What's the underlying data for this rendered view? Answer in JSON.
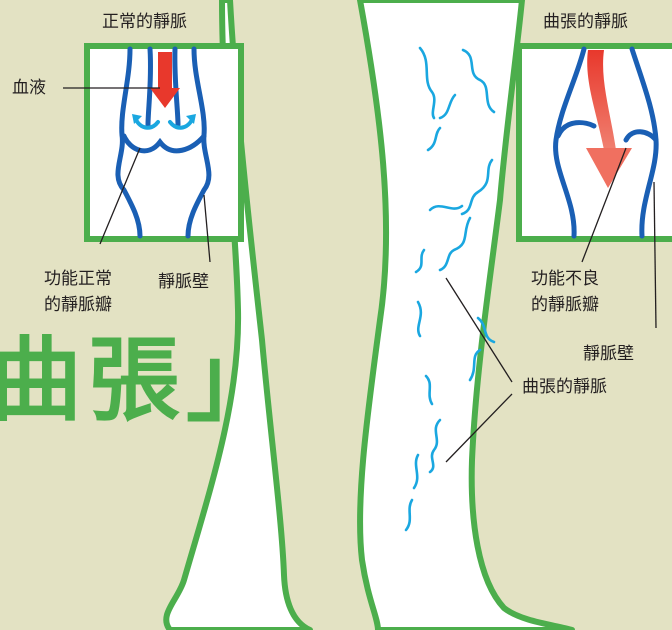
{
  "colors": {
    "background": "#e3e2c3",
    "frame_green": "#4cae4c",
    "vein_blue": "#1a5fb4",
    "varicose_cyan": "#1aa7e0",
    "blood_arrow": "#e2523e",
    "headline_green": "#4cae4c"
  },
  "headline": "曲張」",
  "normal_panel": {
    "title": "正常的靜脈",
    "label_blood": "血液",
    "label_valve_line1": "功能正常",
    "label_valve_line2": "的靜脈瓣",
    "label_wall": "靜脈壁"
  },
  "varicose_panel": {
    "title": "曲張的靜脈",
    "label_valve_line1": "功能不良",
    "label_valve_line2": "的靜脈瓣",
    "label_wall": "靜脈壁"
  },
  "leg_label": "曲張的靜脈"
}
